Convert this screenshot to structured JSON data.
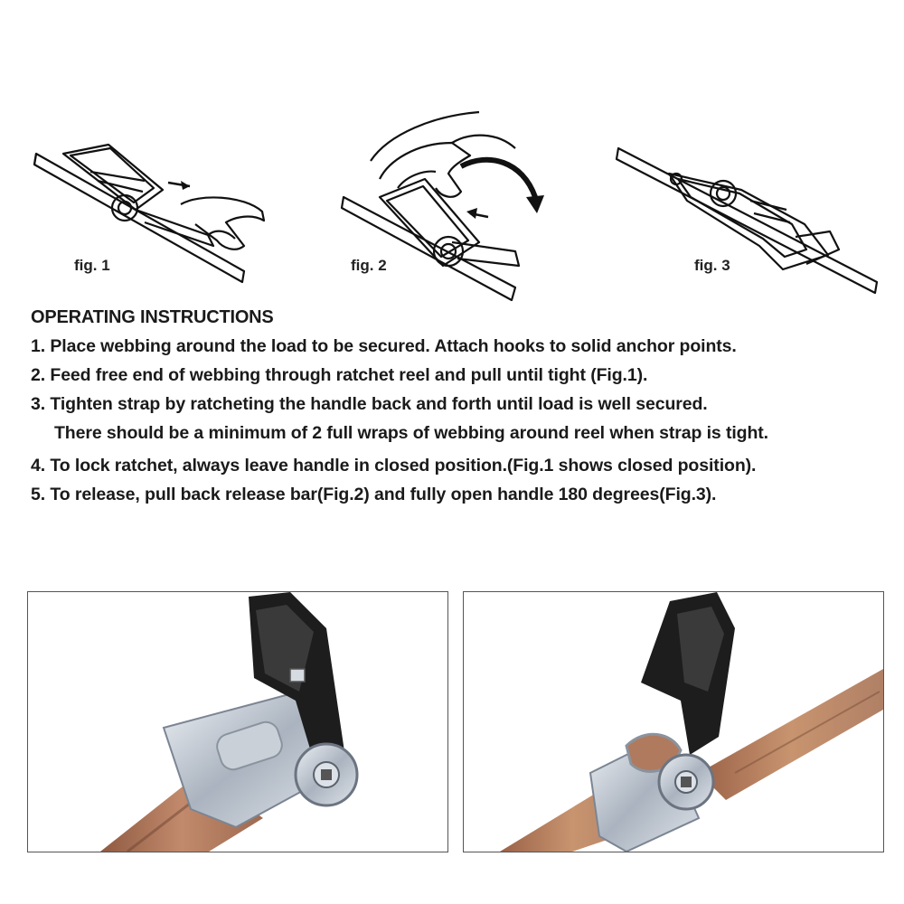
{
  "figures": [
    {
      "label": "fig. 1"
    },
    {
      "label": "fig. 2"
    },
    {
      "label": "fig. 3"
    }
  ],
  "instructions": {
    "title": "OPERATING INSTRUCTIONS",
    "steps": [
      "1. Place webbing around the load to be secured. Attach  hooks to solid anchor points.",
      "2. Feed free end of webbing through ratchet reel and pull until tight (Fig.1).",
      "3. Tighten strap by ratcheting the handle back and forth until load is well secured.",
      "There should be a minimum of 2 full wraps of webbing around reel when strap is tight.",
      "4. To lock ratchet, always leave handle in closed position.(Fig.1 shows closed position).",
      "5. To release, pull back release bar(Fig.2) and fully open handle 180 degrees(Fig.3)."
    ]
  },
  "colors": {
    "webbing": "#b9785a",
    "handle": "#1c1c1c",
    "metal": "#c8ced6"
  },
  "icons": [
    "ratchet-closed-illustration",
    "ratchet-release-illustration",
    "ratchet-open-illustration",
    "arrow-icon",
    "curved-arrow-icon"
  ]
}
